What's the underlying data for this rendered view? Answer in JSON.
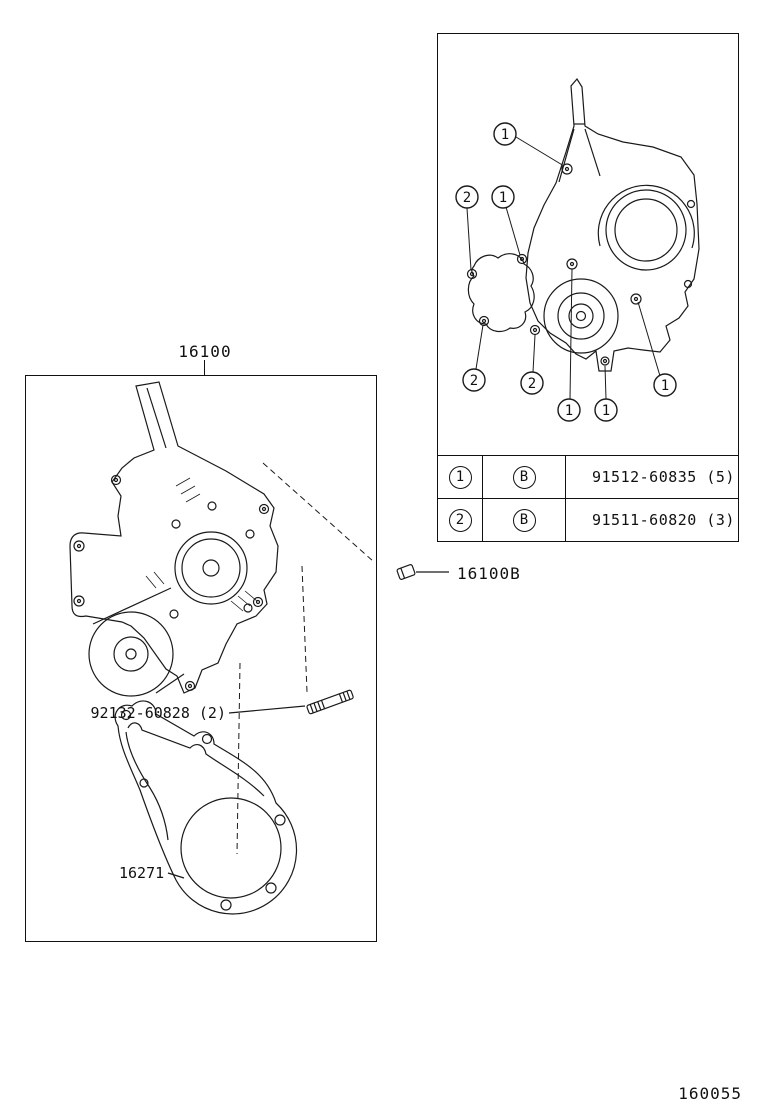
{
  "doc": {
    "page_number": "160055"
  },
  "cover_panel": {
    "callouts": [
      "1",
      "2",
      "1",
      "2",
      "2",
      "1",
      "1",
      "1"
    ],
    "table": {
      "rows": [
        {
          "callout": "1",
          "code": "B",
          "part_number": "91512-60835 (5)"
        },
        {
          "callout": "2",
          "code": "B",
          "part_number": "91511-60820 (3)"
        }
      ]
    }
  },
  "pump_panel": {
    "main_label": "16100",
    "plug_label": "16100B",
    "stud_label": "92132-60828 (2)",
    "gasket_label": "16271"
  }
}
